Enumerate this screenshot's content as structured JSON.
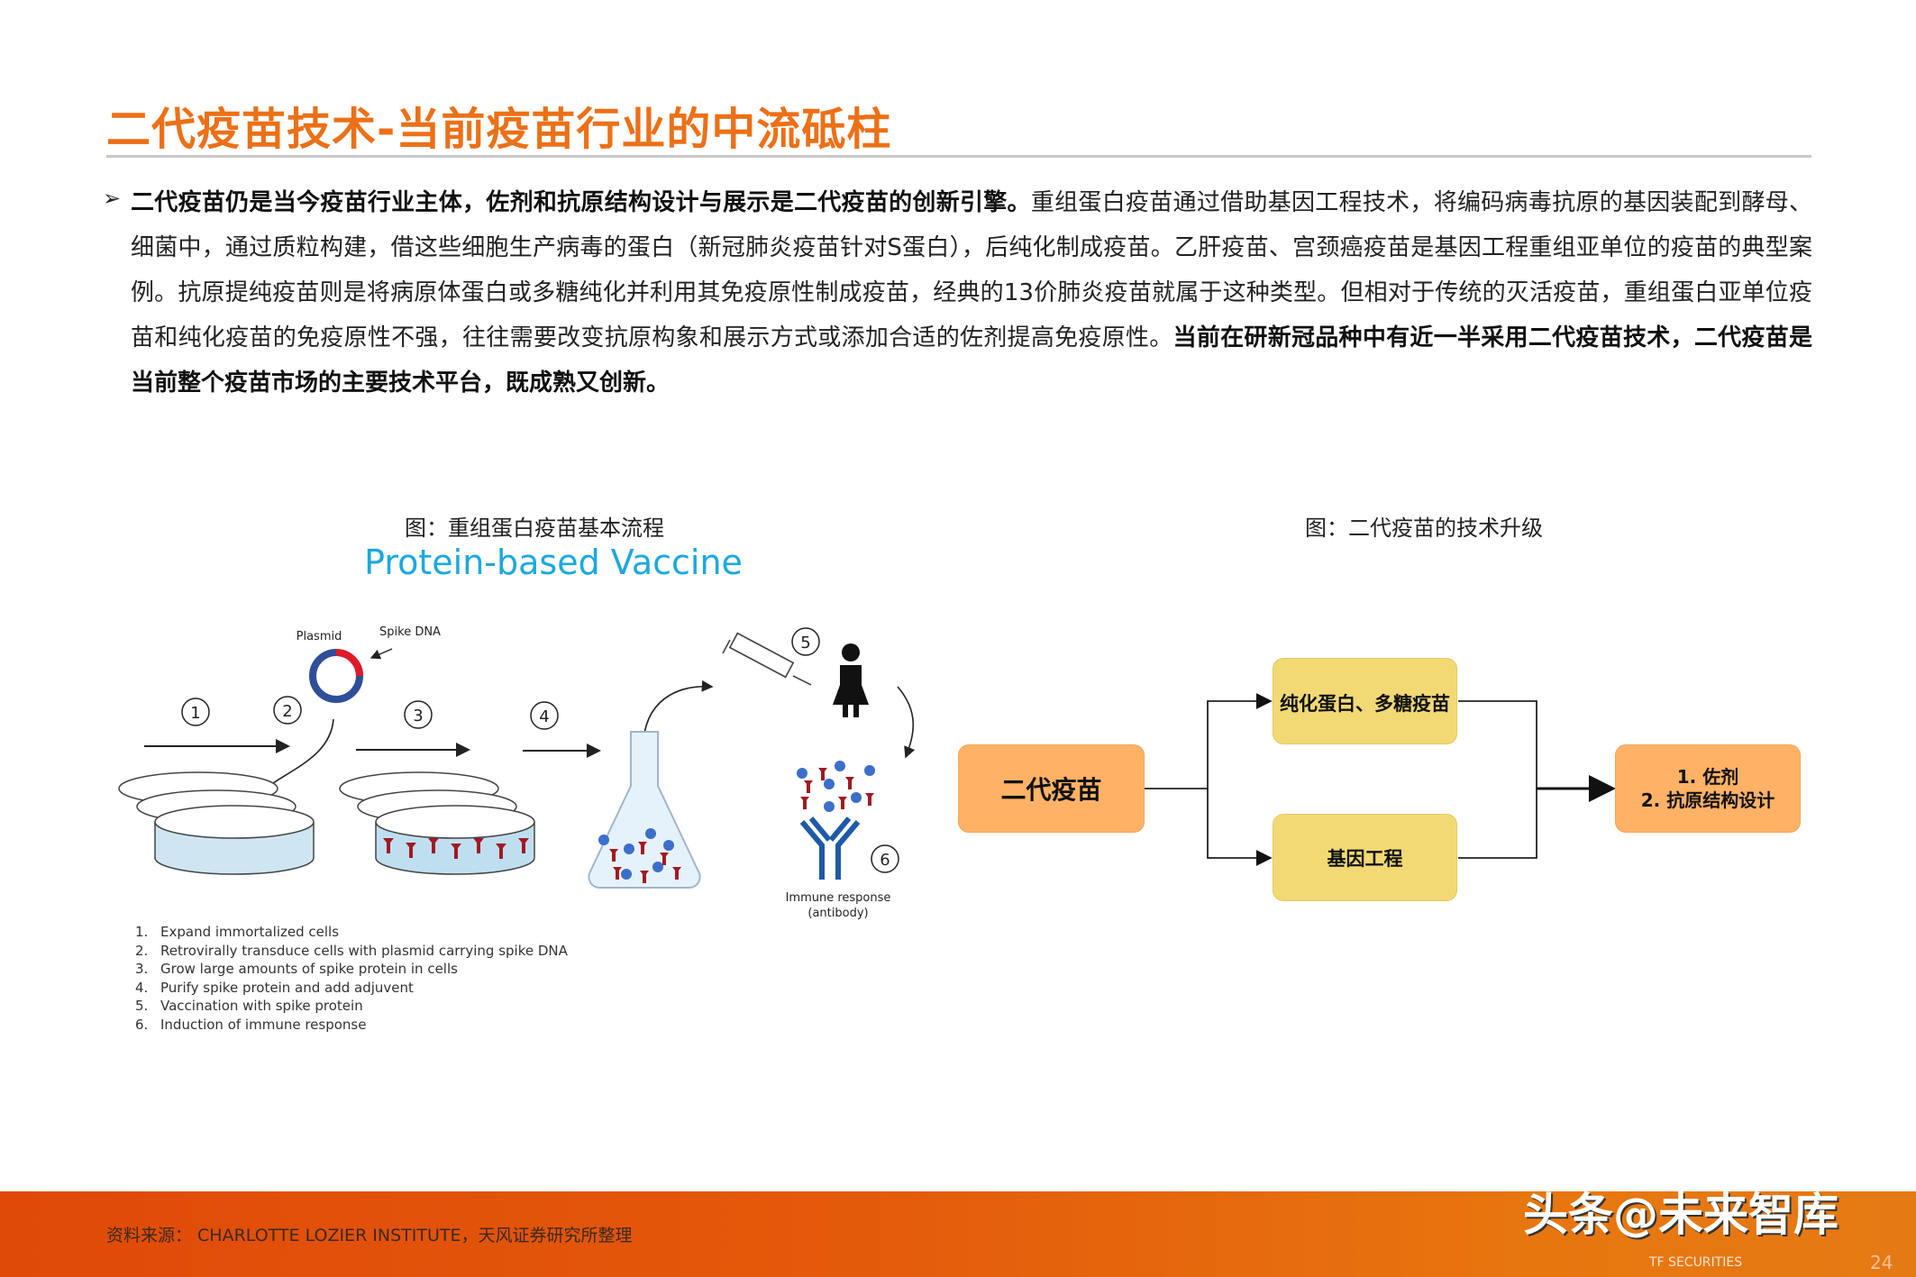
{
  "title": "二代疫苗技术-当前疫苗行业的中流砥柱",
  "bullet_icon": "triangle-right-icon",
  "paragraph": {
    "bold_lead": "二代疫苗仍是当今疫苗行业主体，佐剂和抗原结构设计与展示是二代疫苗的创新引擎。",
    "body": "重组蛋白疫苗通过借助基因工程技术，将编码病毒抗原的基因装配到酵母、细菌中，通过质粒构建，借这些细胞生产病毒的蛋白（新冠肺炎疫苗针对S蛋白），后纯化制成疫苗。乙肝疫苗、宫颈癌疫苗是基因工程重组亚单位的疫苗的典型案例。抗原提纯疫苗则是将病原体蛋白或多糖纯化并利用其免疫原性制成疫苗，经典的13价肺炎疫苗就属于这种类型。但相对于传统的灭活疫苗，重组蛋白亚单位疫苗和纯化疫苗的免疫原性不强，往往需要改变抗原构象和展示方式或添加合适的佐剂提高免疫原性。",
    "bold_tail": "当前在研新冠品种中有近一半采用二代疫苗技术，二代疫苗是当前整个疫苗市场的主要技术平台，既成熟又创新。"
  },
  "left_figure": {
    "caption": "图：重组蛋白疫苗基本流程",
    "heading": "Protein-based Vaccine",
    "labels": {
      "plasmid": "Plasmid",
      "spike_dna": "Spike DNA",
      "immune_response": "Immune response",
      "antibody": "(antibody)"
    },
    "step_numbers": [
      "1",
      "2",
      "3",
      "4",
      "5",
      "6"
    ],
    "steps": [
      {
        "n": "1.",
        "text": "Expand immortalized cells"
      },
      {
        "n": "2.",
        "text": "Retrovirally transduce cells with plasmid carrying spike DNA"
      },
      {
        "n": "3.",
        "text": "Grow large amounts of spike protein in cells"
      },
      {
        "n": "4.",
        "text": "Purify spike protein and add adjuvent"
      },
      {
        "n": "5.",
        "text": "Vaccination with spike protein"
      },
      {
        "n": "6.",
        "text": "Induction of immune response"
      }
    ]
  },
  "right_figure": {
    "caption": "图：二代疫苗的技术升级",
    "root": "二代疫苗",
    "branch_top": "纯化蛋白、多糖疫苗",
    "branch_bottom": "基因工程",
    "result_line1": "1. 佐剂",
    "result_line2": "2. 抗原结构设计"
  },
  "footer": {
    "source": "资料来源：  CHARLOTTE LOZIER INSTITUTE，天风证券研究所整理",
    "watermark": "头条@未来智库",
    "logo_text": "TF SECURITIES",
    "page_number": "24"
  },
  "colors": {
    "title": "#EC7017",
    "heading": "#1BA8E0",
    "orange_box": "#FFB266",
    "yellow_box": "#F2D974",
    "footer": "#E45A0B"
  }
}
